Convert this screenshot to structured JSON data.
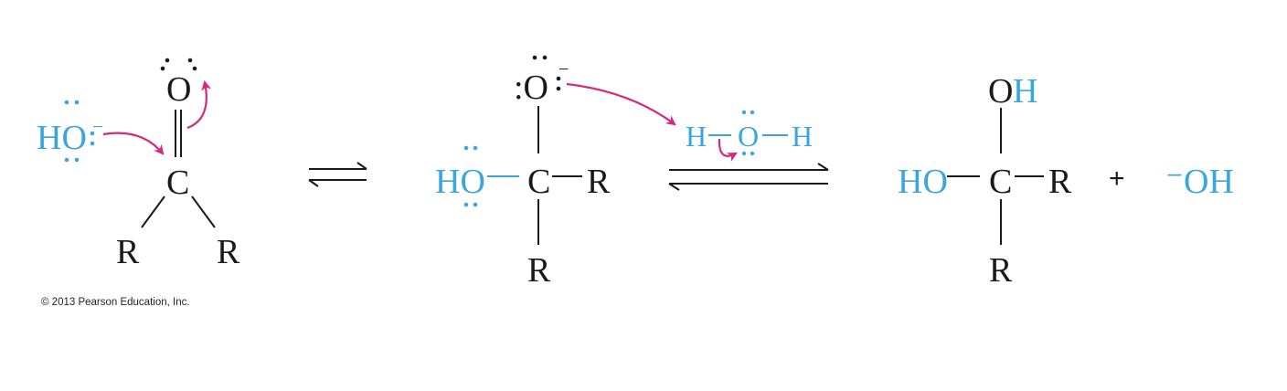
{
  "colors": {
    "reagent": "#3aa6df",
    "structure": "#1a1a1a",
    "electron_arrow": "#d4297f"
  },
  "reactant": {
    "hydroxide": "HO",
    "charge": "−",
    "oxygen": "O",
    "carbon": "C",
    "r_left": "R",
    "r_right": "R"
  },
  "intermediate": {
    "oxygen": ":O",
    "charge": "−",
    "hydroxyl": "HO",
    "carbon": "C",
    "r_right": "R",
    "r_bottom": "R"
  },
  "water": {
    "h_left": "H",
    "oxygen": "O",
    "h_right": "H"
  },
  "product": {
    "oh_o": "O",
    "oh_h": "H",
    "hydroxyl": "HO",
    "carbon": "C",
    "r_right": "R",
    "r_bottom": "R",
    "plus": "+",
    "hydroxide": "⁻OH"
  },
  "copyright": "© 2013 Pearson Education, Inc."
}
